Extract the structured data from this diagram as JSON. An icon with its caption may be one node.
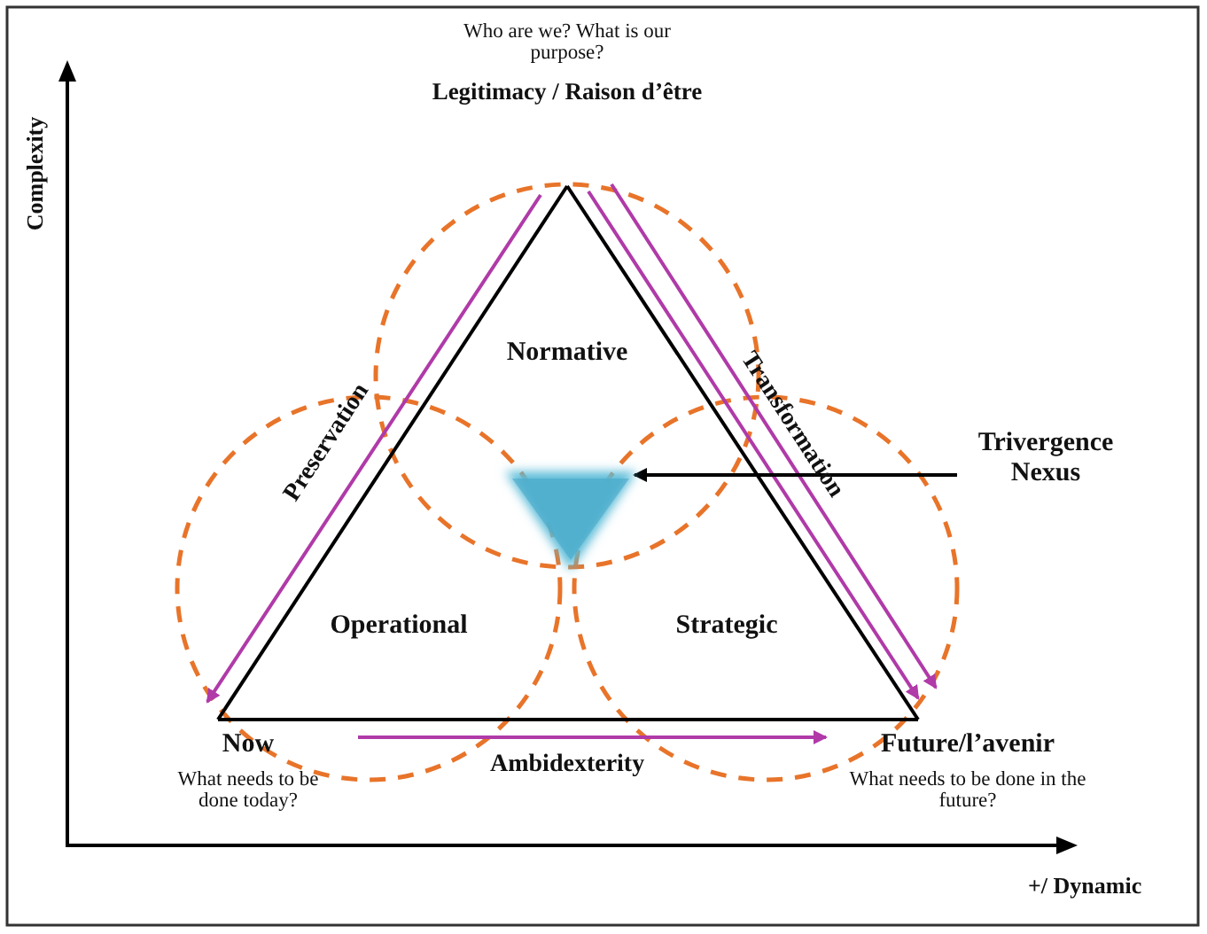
{
  "diagram": {
    "nodes": [
      {
        "text": [
          "Who are we? What is our purpose?",
          "Legitimacy / Raison d’être"
        ]
      },
      {
        "text": [
          "Normative"
        ]
      },
      {
        "text": [
          "Trivergence Nexus"
        ]
      },
      {
        "text": [],
        "shape": "triangle"
      },
      {
        "text": [
          "Operational"
        ]
      },
      {
        "text": [
          "Strategic"
        ]
      },
      {
        "text": [
          "Now",
          "What needs to be done today?"
        ]
      },
      {
        "text": [
          "Future/l’avenir",
          "What needs to be done in the future?"
        ]
      }
    ],
    "edges": [
      {
        "from": 0,
        "to": 6,
        "arrow": "none",
        "color": "#000000"
      },
      {
        "from": 6,
        "to": 7,
        "arrow": "none",
        "color": "#000000"
      },
      {
        "from": 0,
        "to": 7,
        "arrow": "none",
        "color": "#000000"
      },
      {
        "from": 0,
        "to": 6,
        "arrow": "to",
        "label": "Preservation",
        "color": "#b03aa8"
      },
      {
        "from": 0,
        "to": 7,
        "arrow": "to",
        "label": "Transformation",
        "color": "#b03aa8"
      },
      {
        "from": 0,
        "to": 7,
        "arrow": "to",
        "color": "#b03aa8"
      },
      {
        "from": 6,
        "to": 7,
        "arrow": "to",
        "label": "Ambidexterity",
        "color": "#b03aa8"
      },
      {
        "from": 2,
        "to": 3,
        "arrow": "to",
        "color": "#000000"
      }
    ],
    "labels": [
      "Complexity",
      "+/ Dynamic"
    ]
  }
}
